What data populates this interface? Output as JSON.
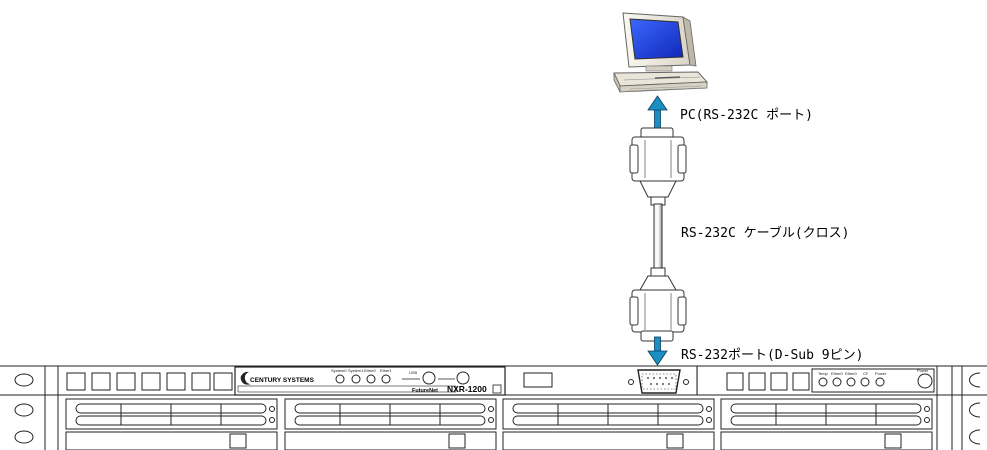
{
  "labels": {
    "pc": "PC(RS-232C ポート)",
    "cable": "RS-232C ケーブル(クロス)",
    "port": "RS-232ポート(D-Sub 9ピン)"
  },
  "device": {
    "brand": "CENTURY SYSTEMS",
    "product": "FutureNet",
    "model": "NXR-1200",
    "leds_left": [
      "System0",
      "System1",
      "Ether0",
      "Ether1"
    ],
    "leds_right": [
      "Temp",
      "Ether0",
      "Ether0",
      "CF",
      "Power"
    ],
    "usb": "USB",
    "power_switch": "Power"
  },
  "colors": {
    "arrow": "#1a8fc0",
    "screen": "#1f45d8",
    "chassis_stroke": "#222222"
  }
}
